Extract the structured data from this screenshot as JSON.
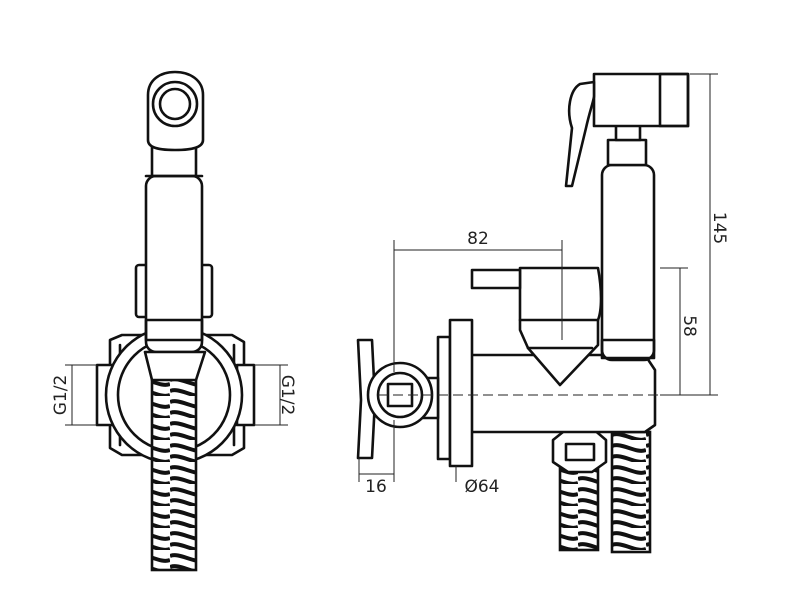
{
  "dimensions": {
    "left_thread_label": "G1/2",
    "right_thread_label": "G1/2",
    "width_label": "82",
    "total_height_label": "145",
    "outlet_height_label": "58",
    "handle_depth_label": "16",
    "flange_diameter_label": "Ø64"
  }
}
